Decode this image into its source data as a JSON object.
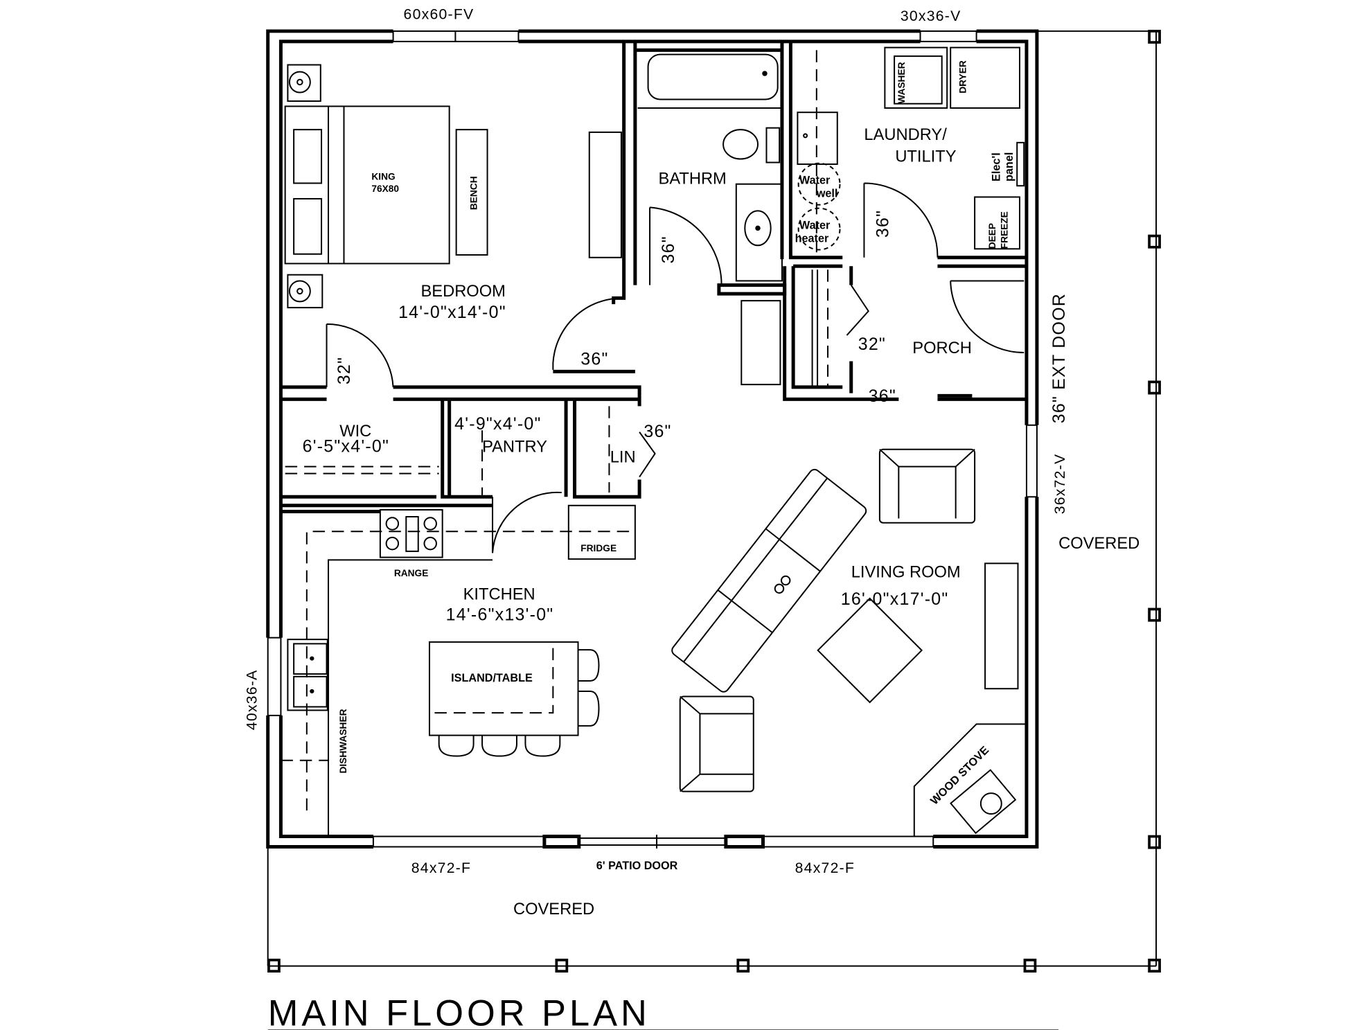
{
  "title": "MAIN FLOOR PLAN",
  "rooms": {
    "bedroom": {
      "name": "BEDROOM",
      "size": "14'-0\"x14'-0\""
    },
    "bathroom": {
      "name": "BATHRM"
    },
    "laundry": {
      "name_line1": "LAUNDRY/",
      "name_line2": "UTILITY"
    },
    "porch": {
      "name": "PORCH"
    },
    "wic": {
      "name": "WIC",
      "size": "6'-5\"x4'-0\""
    },
    "pantry": {
      "name": "PANTRY",
      "size": "4'-9\"x4'-0\""
    },
    "linen": {
      "name": "LIN"
    },
    "kitchen": {
      "name": "KITCHEN",
      "size": "14'-6\"x13'-0\""
    },
    "living": {
      "name": "LIVING ROOM",
      "size": "16'-0\"x17'-0\""
    }
  },
  "fixtures": {
    "bed_line1": "KING",
    "bed_line2": "76X80",
    "bench": "BENCH",
    "washer": "WASHER",
    "dryer": "DRYER",
    "panel_line1": "Elec'l",
    "panel_line2": "panel",
    "freeze_line1": "DEEP",
    "freeze_line2": "FREEZE",
    "water_well_line1": "Water",
    "water_well_line2": "well",
    "water_heater_line1": "Water",
    "water_heater_line2": "heater",
    "range": "RANGE",
    "fridge": "FRIDGE",
    "island": "ISLAND/TABLE",
    "dishwasher": "DISHWASHER",
    "wood_stove": "WOOD STOVE"
  },
  "doors": {
    "bath": "36\"",
    "bedroom": "36\"",
    "wic": "32\"",
    "laundry": "36\"",
    "porch_closet": "32\"",
    "porch_entry": "36\"",
    "linen": "36\"",
    "ext_door": "36\" EXT DOOR"
  },
  "windows": {
    "bedroom_top": "60x60-FV",
    "laundry_top": "30x36-V",
    "kitchen_left": "40x36-A",
    "living_right": "36x72-V",
    "bottom_left": "84x72-F",
    "patio": "6' PATIO DOOR",
    "bottom_right": "84x72-F"
  },
  "outdoor": {
    "covered_right": "COVERED",
    "covered_bottom": "COVERED"
  }
}
